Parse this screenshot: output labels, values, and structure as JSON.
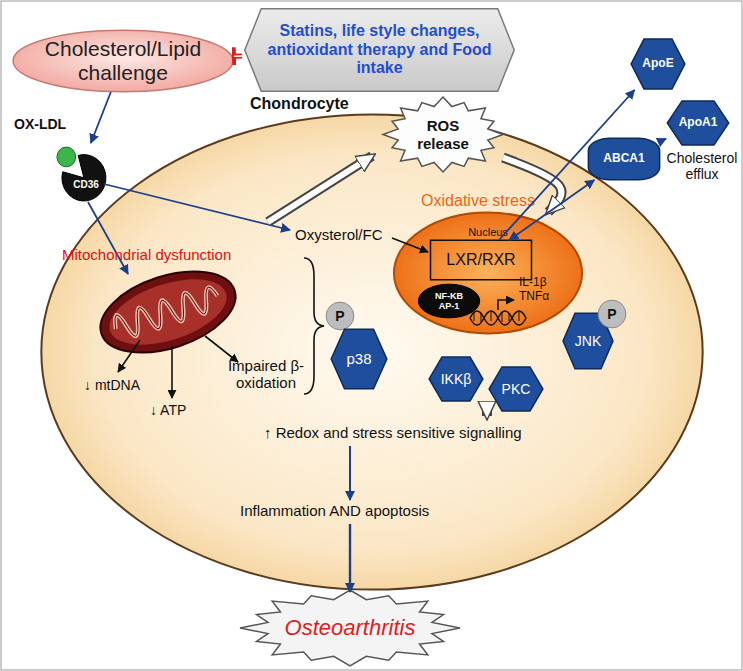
{
  "diagram": {
    "nodes": [
      {
        "text": [
          "Cholesterol/Lipid challenge"
        ]
      },
      {
        "text": [
          "Statins, life style changes, antioxidant therapy and Food intake"
        ]
      },
      {
        "text": [
          "Chondrocyte"
        ]
      },
      {
        "text": [
          "CD36"
        ]
      },
      {
        "text": [
          "ROS release"
        ],
        "in": 2
      },
      {
        "text": [
          "ApoE"
        ]
      },
      {
        "text": [
          "ABCA1"
        ]
      },
      {
        "text": [
          "ApoA1"
        ]
      },
      {
        "text": [
          "Oxidative stress",
          "Nucleus"
        ],
        "in": 2
      },
      {
        "text": [
          "LXR/RXR"
        ],
        "in": 8
      },
      {
        "text": [
          "NF-KB AP-1"
        ],
        "in": 8
      },
      {
        "text": [
          "P"
        ],
        "in": 2
      },
      {
        "text": [
          "p38"
        ],
        "in": 2
      },
      {
        "text": [
          "JNK"
        ],
        "in": 2
      },
      {
        "text": [
          "P"
        ],
        "in": 2
      },
      {
        "text": [
          "IKKβ"
        ],
        "in": 2
      },
      {
        "text": [
          "PKC"
        ],
        "in": 2
      },
      {
        "text": [
          "Osteoarthritis"
        ]
      }
    ],
    "edges": [
      {
        "from": 1,
        "to": 0,
        "arrow": "to"
      },
      {
        "from": 0,
        "to": 3,
        "arrow": "to"
      },
      {
        "from": 4,
        "to": 8,
        "arrow": "to"
      },
      {
        "from": 9,
        "to": 5,
        "arrow": "to"
      },
      {
        "from": 9,
        "to": 6,
        "arrow": "both"
      },
      {
        "from": 6,
        "to": 7,
        "arrow": "to"
      }
    ],
    "labels": [
      "OX-LDL",
      "Mitochondrial dysfunction",
      "↓ mtDNA",
      "↓ ATP",
      "Impaired β-oxidation",
      "Oxysterol/FC",
      "Cholesterol efflux",
      "IL-1β TNFα",
      "↑ Redox and stress sensitive signalling",
      "Inflammation AND apoptosis"
    ]
  }
}
